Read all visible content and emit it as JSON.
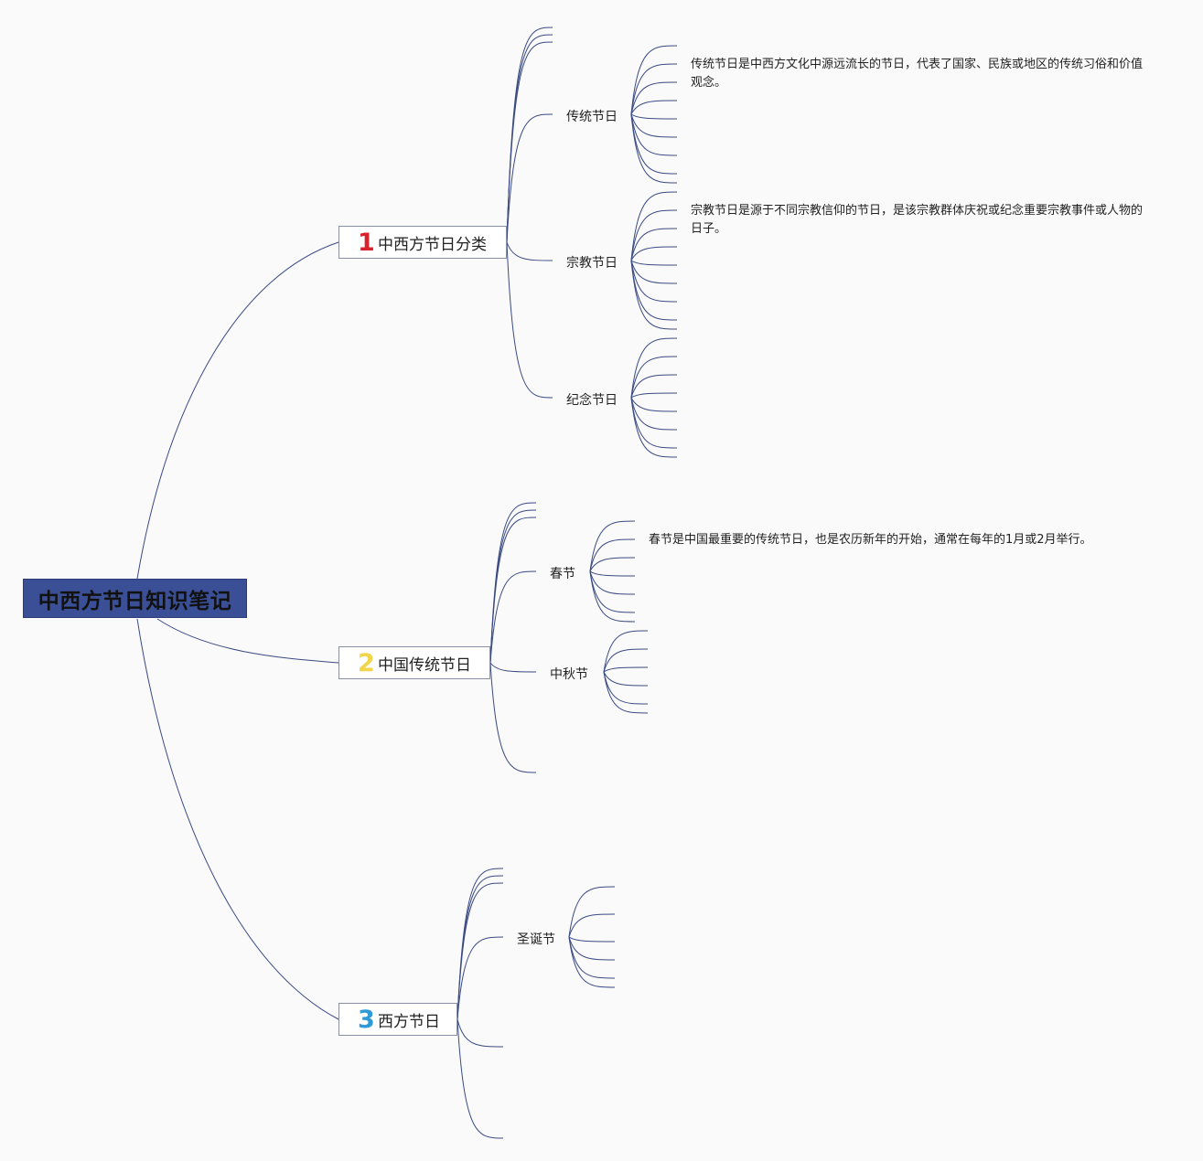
{
  "root": {
    "title": "中西方节日知识笔记"
  },
  "branches": [
    {
      "number": "1",
      "label": "中西方节日分类",
      "number_color": "#d8232f"
    },
    {
      "number": "2",
      "label": "中国传统节日",
      "number_color": "#f2d54a"
    },
    {
      "number": "3",
      "label": "西方节日",
      "number_color": "#2f9ad8"
    }
  ],
  "topics": {
    "traditional": "传统节日",
    "religious": "宗教节日",
    "memorial": "纪念节日",
    "spring": "春节",
    "midautumn": "中秋节",
    "christmas": "圣诞节"
  },
  "notes": {
    "traditional": "传统节日是中西方文化中源远流长的节日，代表了国家、民族或地区的传统习俗和价值观念。",
    "religious": "宗教节日是源于不同宗教信仰的节日，是该宗教群体庆祝或纪念重要宗教事件或人物的日子。",
    "spring": "春节是中国最重要的传统节日，也是农历新年的开始，通常在每年的1月或2月举行。"
  },
  "colors": {
    "root_fill": "#3a4f96",
    "link": "#3a4a82",
    "background": "#fafafb"
  }
}
